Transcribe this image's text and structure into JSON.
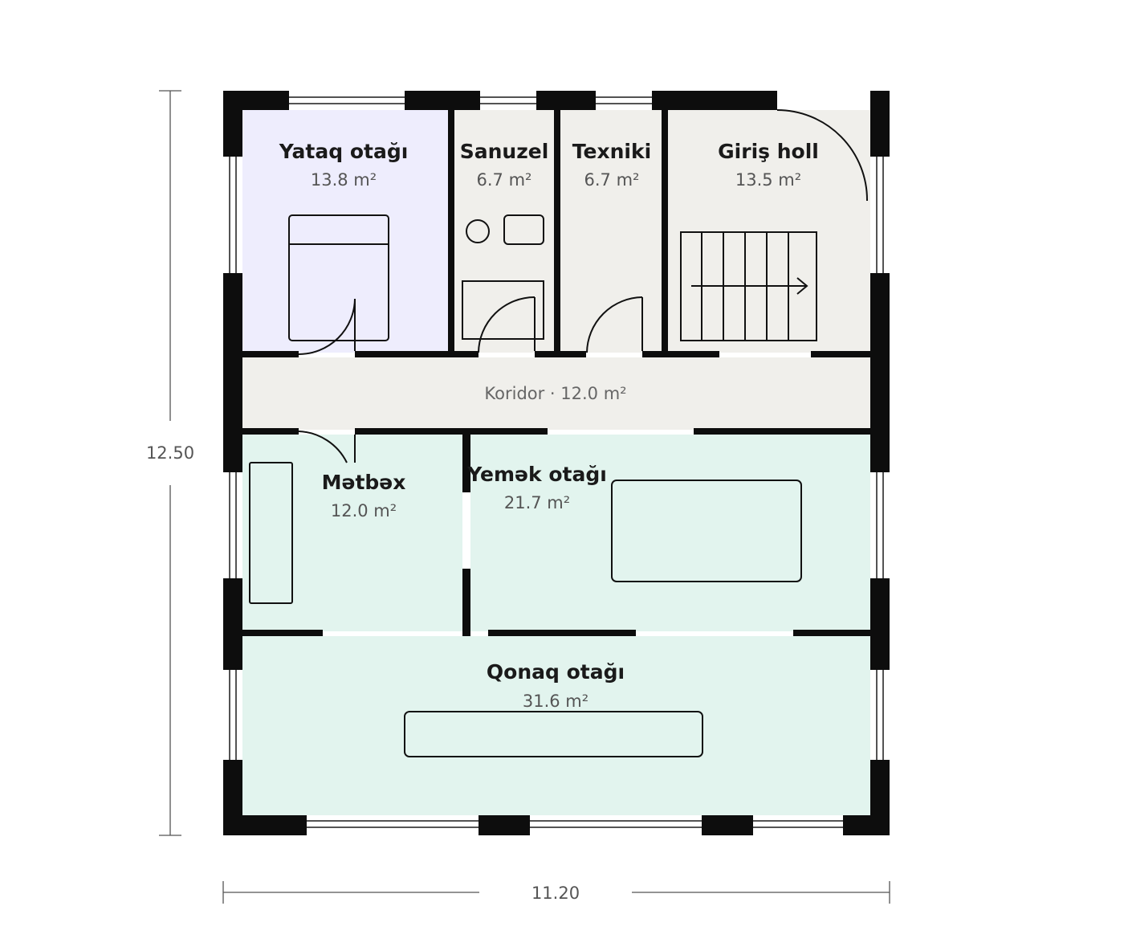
{
  "colors": {
    "bedroom": "#eeedfd",
    "service": "#f0efeb",
    "living": "#e2f4ee",
    "wall": "#0d0d0d"
  },
  "rooms": {
    "bedroom": {
      "name": "Yataq otağı",
      "area": "13.8 m²"
    },
    "bathroom": {
      "name": "Sanuzel",
      "area": "6.7 m²"
    },
    "technical": {
      "name": "Texniki",
      "area": "6.7 m²"
    },
    "entrance_hall": {
      "name": "Giriş holl",
      "area": "13.5 m²"
    },
    "corridor": {
      "label": "Koridor · 12.0 m²"
    },
    "kitchen": {
      "name": "Mətbəx",
      "area": "12.0 m²"
    },
    "dining": {
      "name": "Yemək otağı",
      "area": "21.7 m²"
    },
    "living": {
      "name": "Qonaq otağı",
      "area": "31.6 m²"
    }
  },
  "dimensions": {
    "height": "12.50",
    "width": "11.20"
  }
}
